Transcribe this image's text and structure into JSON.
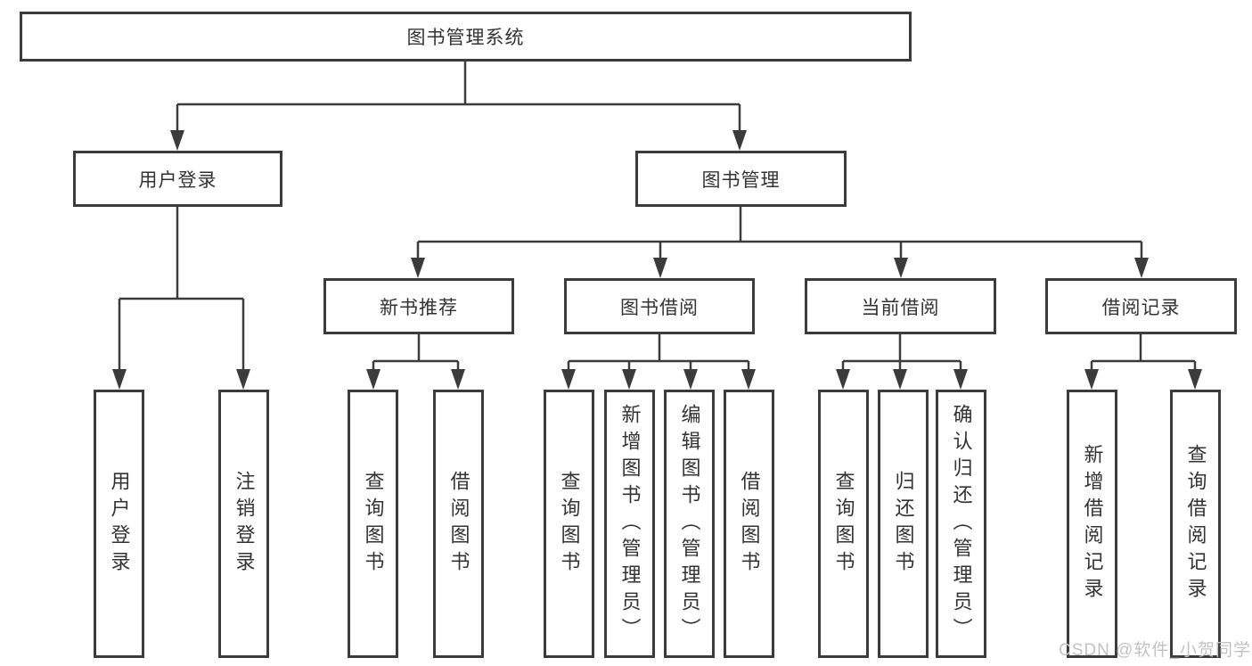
{
  "diagram": {
    "title": "图书管理系统",
    "level2": [
      {
        "label": "用户登录"
      },
      {
        "label": "图书管理"
      }
    ],
    "level3": [
      {
        "label": "新书推荐",
        "parent": "图书管理"
      },
      {
        "label": "图书借阅",
        "parent": "图书管理"
      },
      {
        "label": "当前借阅",
        "parent": "图书管理"
      },
      {
        "label": "借阅记录",
        "parent": "图书管理"
      }
    ],
    "leaves": [
      {
        "label": "用户登录",
        "parent": "用户登录"
      },
      {
        "label": "注销登录",
        "parent": "用户登录"
      },
      {
        "label": "查询图书",
        "parent": "新书推荐"
      },
      {
        "label": "借阅图书",
        "parent": "新书推荐"
      },
      {
        "label": "查询图书",
        "parent": "图书借阅"
      },
      {
        "label": "新增图书（管理员）",
        "parent": "图书借阅"
      },
      {
        "label": "编辑图书（管理员）",
        "parent": "图书借阅"
      },
      {
        "label": "借阅图书",
        "parent": "图书借阅"
      },
      {
        "label": "查询图书",
        "parent": "当前借阅"
      },
      {
        "label": "归还图书",
        "parent": "当前借阅"
      },
      {
        "label": "确认归还（管理员）",
        "parent": "当前借阅"
      },
      {
        "label": "新增借阅记录",
        "parent": "借阅记录"
      },
      {
        "label": "查询借阅记录",
        "parent": "借阅记录"
      }
    ],
    "watermark": "CSDN @软件_小贺同学",
    "colors": {
      "line": "#3b3b3b",
      "box_border": "#3b3b3b",
      "box_background": "#ffffff",
      "text": "#333333",
      "watermark": "#c2c2c2"
    }
  }
}
